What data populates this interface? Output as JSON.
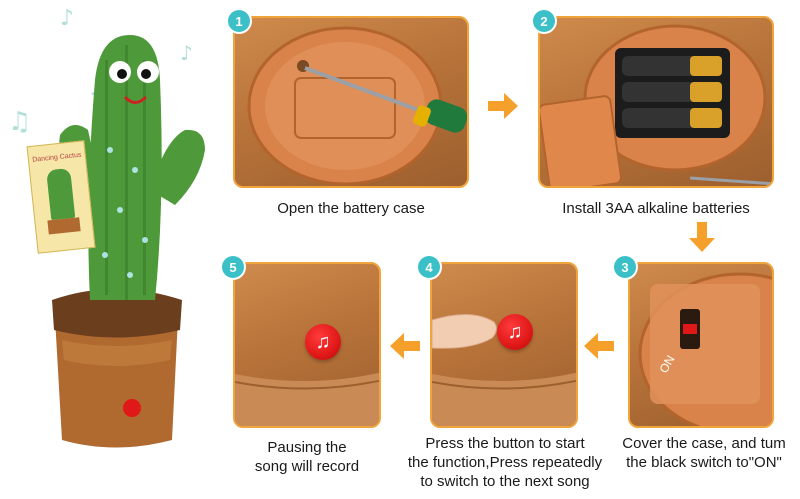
{
  "steps": [
    {
      "number": "1",
      "caption": "Open the battery case"
    },
    {
      "number": "2",
      "caption": "Install 3AA alkaline batteries"
    },
    {
      "number": "3",
      "caption_line1": "Cover the case, and tum",
      "caption_line2": "the black switch to\"ON\""
    },
    {
      "number": "4",
      "caption_line1": "Press the button to start",
      "caption_line2": "the function,Press repeatedly",
      "caption_line3": "to switch to the next song"
    },
    {
      "number": "5",
      "caption_line1": "Pausing the",
      "caption_line2": "song will record"
    }
  ],
  "switch_label": "ON",
  "tag_label": "Dancing Cactus",
  "colors": {
    "badge": "#3cc0c8",
    "arrow": "#f5a02a",
    "panel_border": "#f0a53c",
    "music_button": "#e01818",
    "cactus": "#4e9a3a",
    "pot": "#b06a30"
  },
  "icons": [
    "music-note-icon",
    "arrow-right-icon",
    "arrow-left-icon",
    "arrow-down-icon",
    "screwdriver-icon",
    "battery-icon"
  ]
}
